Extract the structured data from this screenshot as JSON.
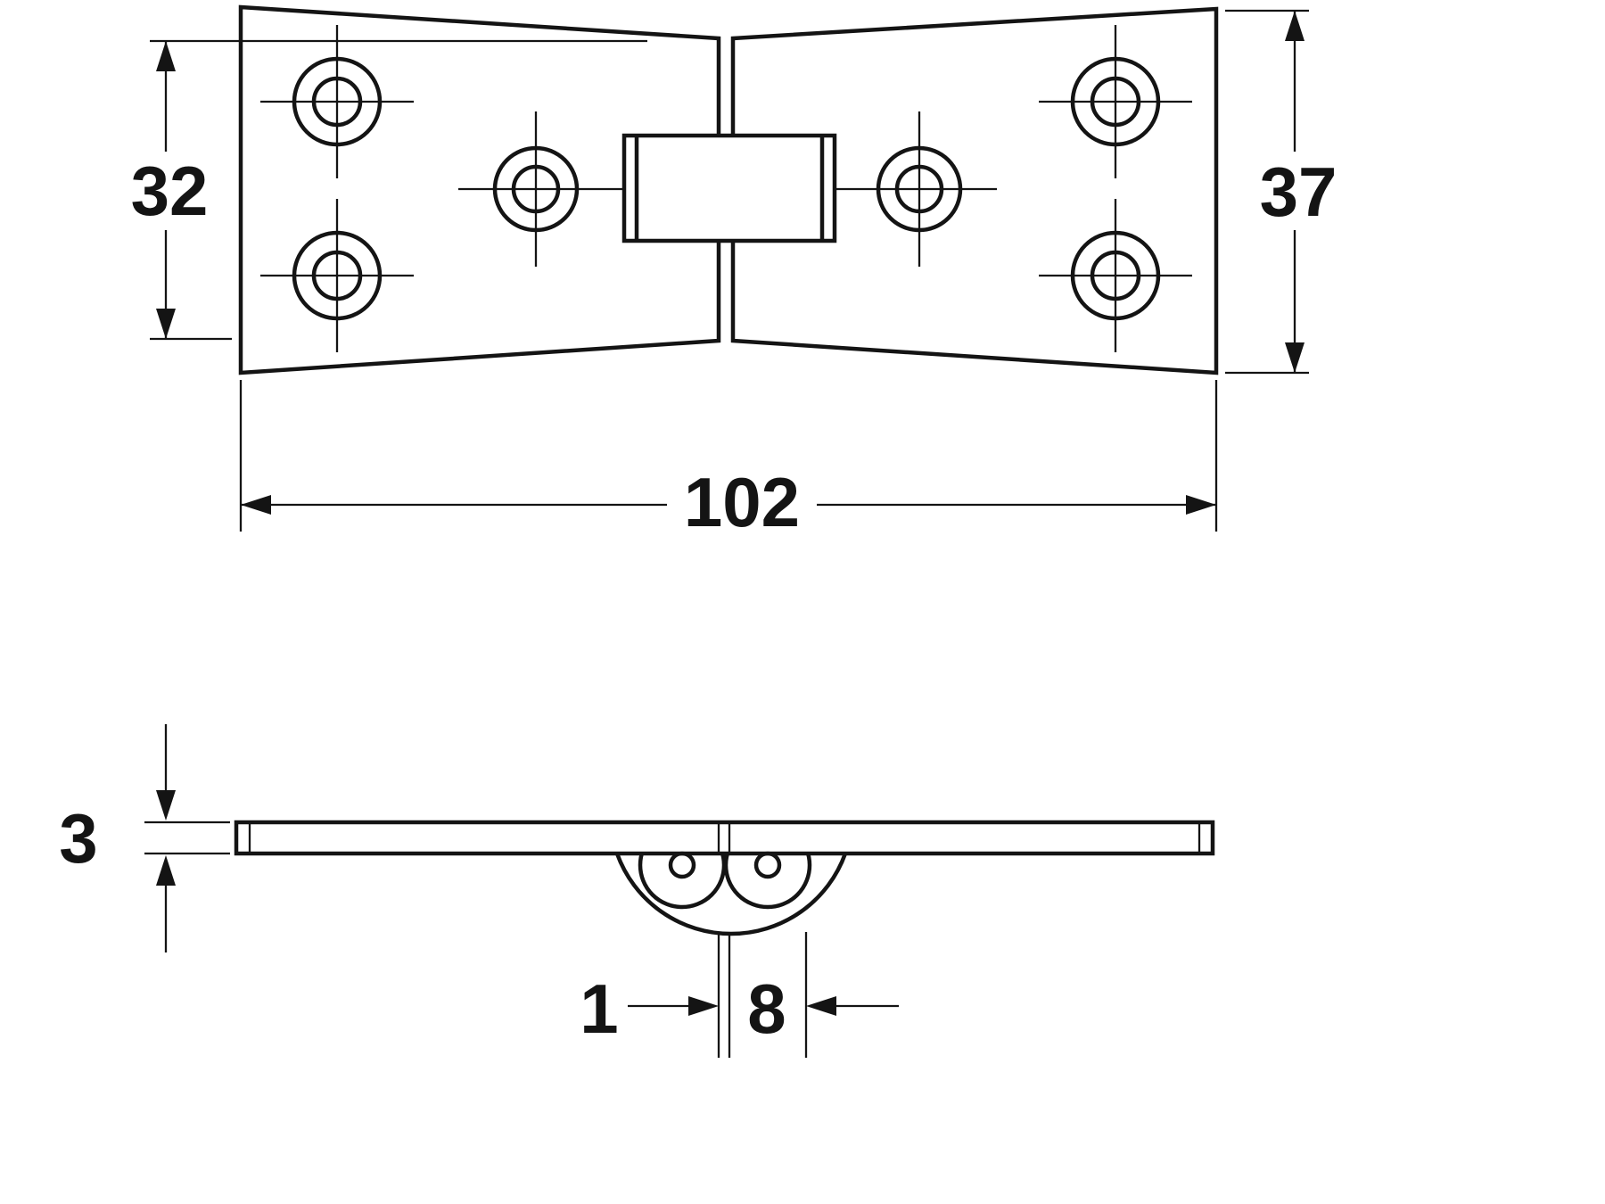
{
  "page": {
    "background": "#ffffff",
    "ink": "#141414"
  },
  "drawing": {
    "subject": "counter-flap-hinge",
    "dimensions": {
      "center_height": "32",
      "leaf_height": "37",
      "overall_length": "102",
      "plate_thickness": "3",
      "leaf_gap": "1",
      "knuckle_width": "8"
    }
  }
}
